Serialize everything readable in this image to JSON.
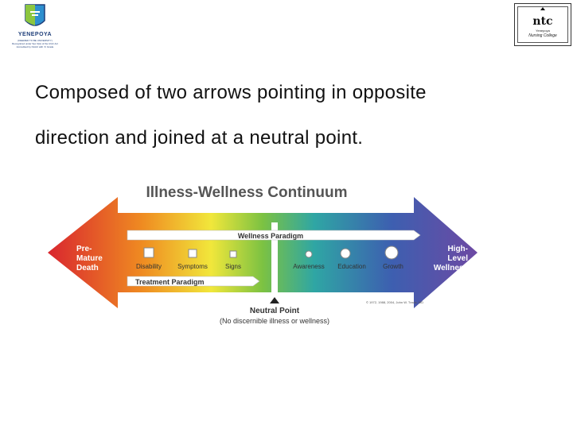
{
  "header": {
    "left_logo": {
      "name": "YENEPOYA",
      "lines": [
        "(DEEMED TO BE UNIVERSITY)",
        "Recognized under Sec 3(A) of the UGC Act",
        "Accredited by NAAC with 'A' Grade"
      ]
    },
    "right_logo": {
      "lines": [
        "Yenepoya",
        "Nursing College"
      ]
    }
  },
  "content": {
    "lines": [
      "Composed of two arrows pointing in opposite",
      "direction and joined at a neutral point."
    ]
  },
  "diagram": {
    "title": "Illness-Wellness Continuum",
    "left_end": [
      "Pre-",
      "Mature",
      "Death"
    ],
    "right_end": [
      "High-",
      "Level",
      "Wellness"
    ],
    "wellness_paradigm": "Wellness Paradigm",
    "treatment_paradigm": "Treatment Paradigm",
    "left_stages": [
      "Disability",
      "Symptoms",
      "Signs"
    ],
    "right_stages": [
      "Awareness",
      "Education",
      "Growth"
    ],
    "copyright": "© 1972, 1988, 2004, John W. Travis, MD",
    "neutral_point": "Neutral Point",
    "neutral_note": "(No discernible illness or wellness)",
    "colors": {
      "red": "#d9262f",
      "orange": "#ef8b21",
      "yellow": "#f1e73b",
      "green": "#4fae4a",
      "teal": "#2fa6a4",
      "blue": "#3d5fb0",
      "purple": "#6d49a3"
    }
  }
}
